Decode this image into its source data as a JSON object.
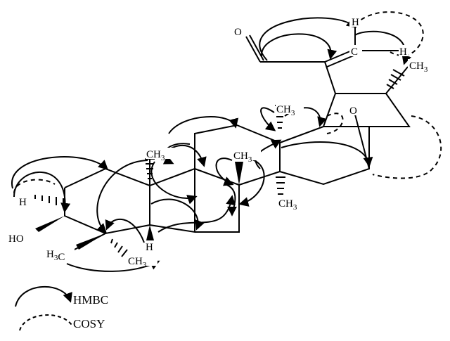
{
  "atoms": {
    "O_ald": "O",
    "H_vinyl": "H",
    "C_vinyl": "C",
    "H_methine": "H",
    "CH3_right": "CH3",
    "O_ether": "O",
    "CH3_top": "CH3",
    "CH3_a": "CH3",
    "CH3_b": "CH3",
    "CH3_low": "CH3",
    "H_left": "H",
    "HO": "HO",
    "H3C": "H3C",
    "H_lower": "H",
    "CH3_bottom": "CH3"
  },
  "legend": {
    "hmbc": "HMBC",
    "cosy": "COSY"
  },
  "colors": {
    "ink": "#000000",
    "background": "#ffffff"
  }
}
